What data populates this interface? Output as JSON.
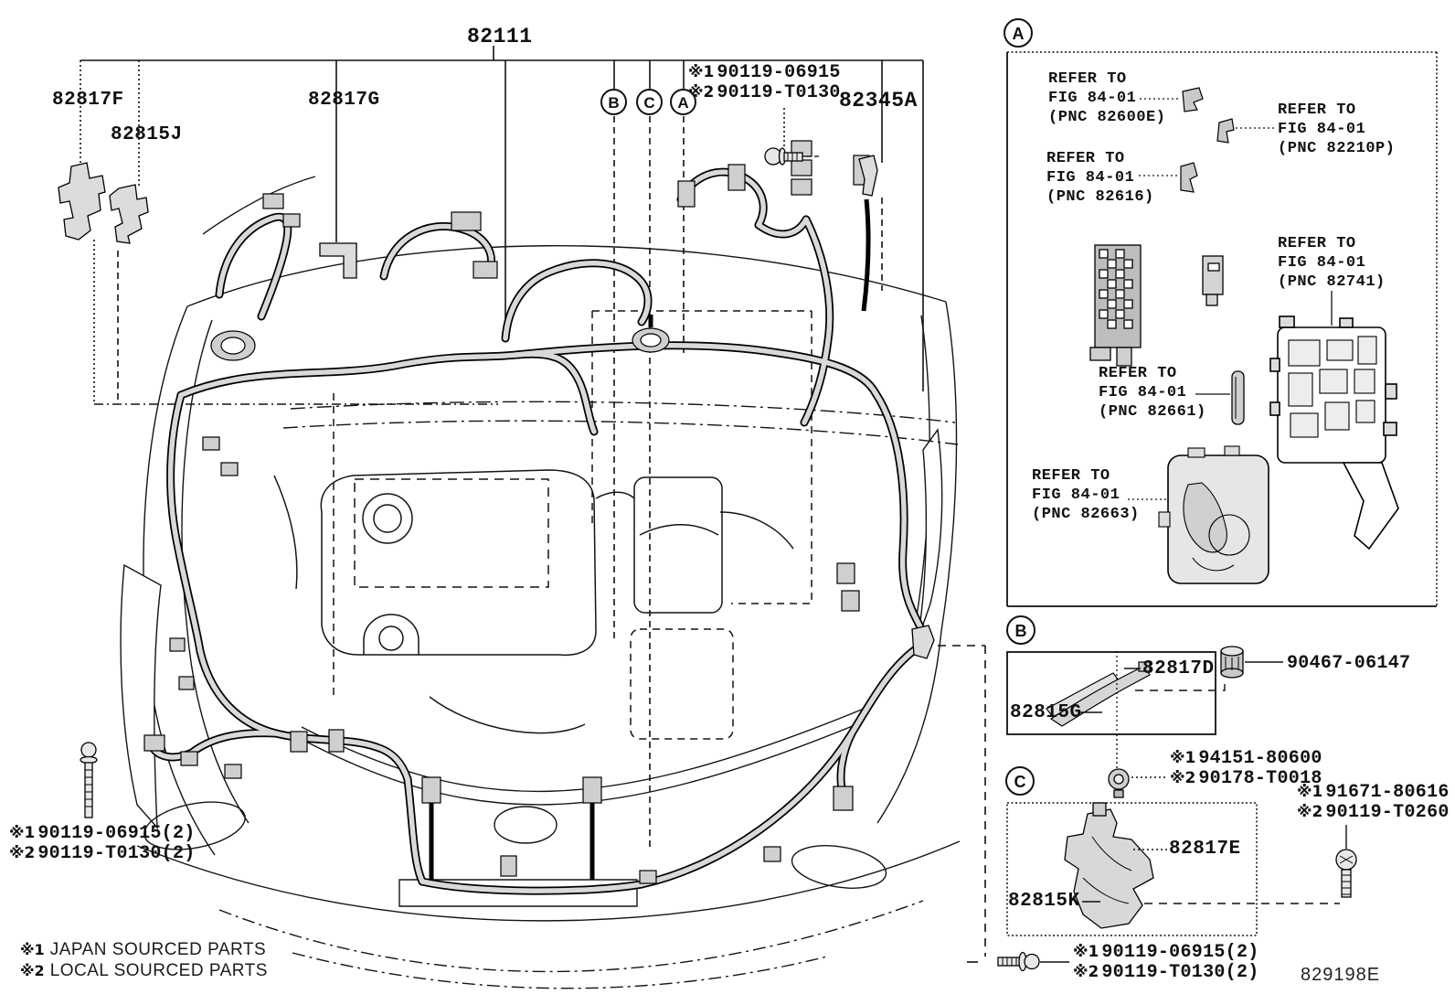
{
  "main": {
    "part_82111": "82111",
    "part_82817F": "82817F",
    "part_82815J": "82815J",
    "part_82817G": "82817G",
    "part_82345A": "82345A",
    "callout_b": "B",
    "callout_c": "C",
    "callout_a": "A",
    "top_note": {
      "rows": [
        {
          "mark": "※1",
          "num": "90119-06915"
        },
        {
          "mark": "※2",
          "num": "90119-T0130"
        }
      ]
    },
    "bottom_note": {
      "rows": [
        {
          "mark": "※1",
          "num": "90119-06915(2)"
        },
        {
          "mark": "※2",
          "num": "90119-T0130(2)"
        }
      ]
    },
    "legend": {
      "rows": [
        {
          "mark": "※1",
          "text": "JAPAN SOURCED PARTS"
        },
        {
          "mark": "※2",
          "text": "LOCAL SOURCED PARTS"
        }
      ]
    }
  },
  "panel_a": {
    "letter": "A",
    "refs": [
      {
        "l1": "REFER TO",
        "l2": "FIG 84-01",
        "l3": "(PNC 82600E)"
      },
      {
        "l1": "REFER TO",
        "l2": "FIG 84-01",
        "l3": "(PNC 82210P)"
      },
      {
        "l1": "REFER TO",
        "l2": "FIG 84-01",
        "l3": "(PNC 82616)"
      },
      {
        "l1": "REFER TO",
        "l2": "FIG 84-01",
        "l3": "(PNC 82741)"
      },
      {
        "l1": "REFER TO",
        "l2": "FIG 84-01",
        "l3": "(PNC 82661)"
      },
      {
        "l1": "REFER TO",
        "l2": "FIG 84-01",
        "l3": "(PNC 82663)"
      }
    ]
  },
  "panel_b": {
    "letter": "B",
    "part_82817D": "82817D",
    "part_82815G": "82815G",
    "grommet_num": "90467-06147",
    "bolt_note": {
      "rows": [
        {
          "mark": "※1",
          "num": "94151-80600"
        },
        {
          "mark": "※2",
          "num": "90178-T0018"
        }
      ]
    }
  },
  "panel_c": {
    "letter": "C",
    "part_82817E": "82817E",
    "part_82815K": "82815K",
    "screw_note": {
      "rows": [
        {
          "mark": "※1",
          "num": "91671-80616"
        },
        {
          "mark": "※2",
          "num": "90119-T0260"
        }
      ]
    },
    "bottom_note": {
      "rows": [
        {
          "mark": "※1",
          "num": "90119-06915(2)"
        },
        {
          "mark": "※2",
          "num": "90119-T0130(2)"
        }
      ]
    }
  },
  "footer_code": "829198E"
}
